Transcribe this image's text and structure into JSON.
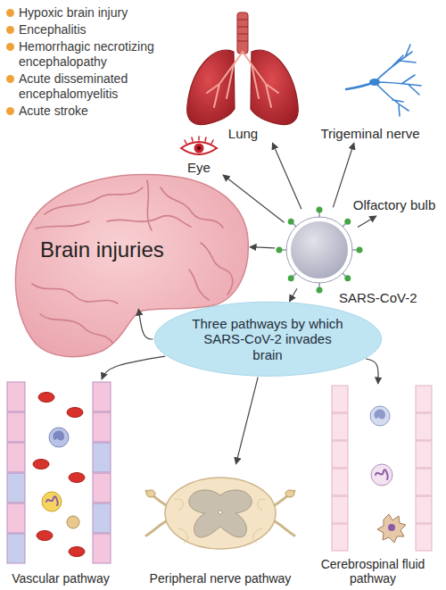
{
  "diagram": {
    "nodes": [
      {
        "text": [
          "Lung"
        ]
      },
      {
        "text": [
          "Trigeminal nerve"
        ]
      },
      {
        "text": [
          "Eye"
        ]
      },
      {
        "text": [
          "Olfactory bulb"
        ]
      },
      {
        "text": [
          "Brain injuries"
        ]
      },
      {
        "text": [
          "SARS-CoV-2"
        ]
      },
      {
        "text": [
          "Three pathways by which SARS-CoV-2 invades brain"
        ]
      },
      {
        "text": [
          "Vascular pathway"
        ]
      },
      {
        "text": [
          "Peripheral nerve pathway"
        ]
      },
      {
        "text": [
          "Cerebrospinal fluid pathway"
        ]
      }
    ],
    "edges": [
      {
        "from": 5,
        "to": 0,
        "arrow": "to"
      },
      {
        "from": 5,
        "to": 1,
        "arrow": "to"
      },
      {
        "from": 5,
        "to": 2,
        "arrow": "to"
      },
      {
        "from": 5,
        "to": 3,
        "arrow": "to"
      },
      {
        "from": 5,
        "to": 4,
        "arrow": "to"
      },
      {
        "from": 5,
        "to": 6,
        "arrow": "to"
      },
      {
        "from": 6,
        "to": 4,
        "arrow": "to"
      },
      {
        "from": 6,
        "to": 7,
        "arrow": "to"
      },
      {
        "from": 6,
        "to": 8,
        "arrow": "to"
      },
      {
        "from": 6,
        "to": 9,
        "arrow": "to"
      }
    ],
    "labels": [
      "Hypoxic brain injury",
      "Encephalitis",
      "Hemorrhagic necrotizing encephalopathy",
      "Acute disseminated encephalomyelitis",
      "Acute stroke"
    ]
  }
}
